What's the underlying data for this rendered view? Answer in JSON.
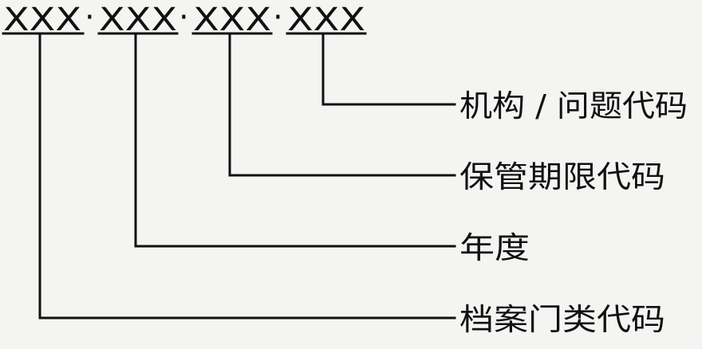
{
  "code": {
    "segments": [
      "XXX",
      "XXX",
      "XXX",
      "XXX"
    ],
    "separators": [
      "·",
      "·",
      "·"
    ]
  },
  "labels": [
    "机构 / 问题代码",
    "保管期限代码",
    "年度",
    "档案门类代码"
  ]
}
